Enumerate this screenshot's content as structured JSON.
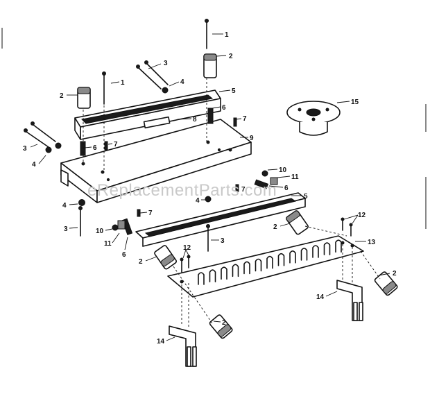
{
  "watermark": "eReplacementParts.com",
  "callouts": [
    "1",
    "1",
    "2",
    "2",
    "2",
    "2",
    "2",
    "2",
    "3",
    "3",
    "3",
    "3",
    "4",
    "4",
    "4",
    "4",
    "5",
    "5",
    "6",
    "6",
    "6",
    "6",
    "7",
    "7",
    "7",
    "7",
    "8",
    "9",
    "10",
    "10",
    "11",
    "11",
    "12",
    "12",
    "13",
    "14",
    "14",
    "15"
  ]
}
